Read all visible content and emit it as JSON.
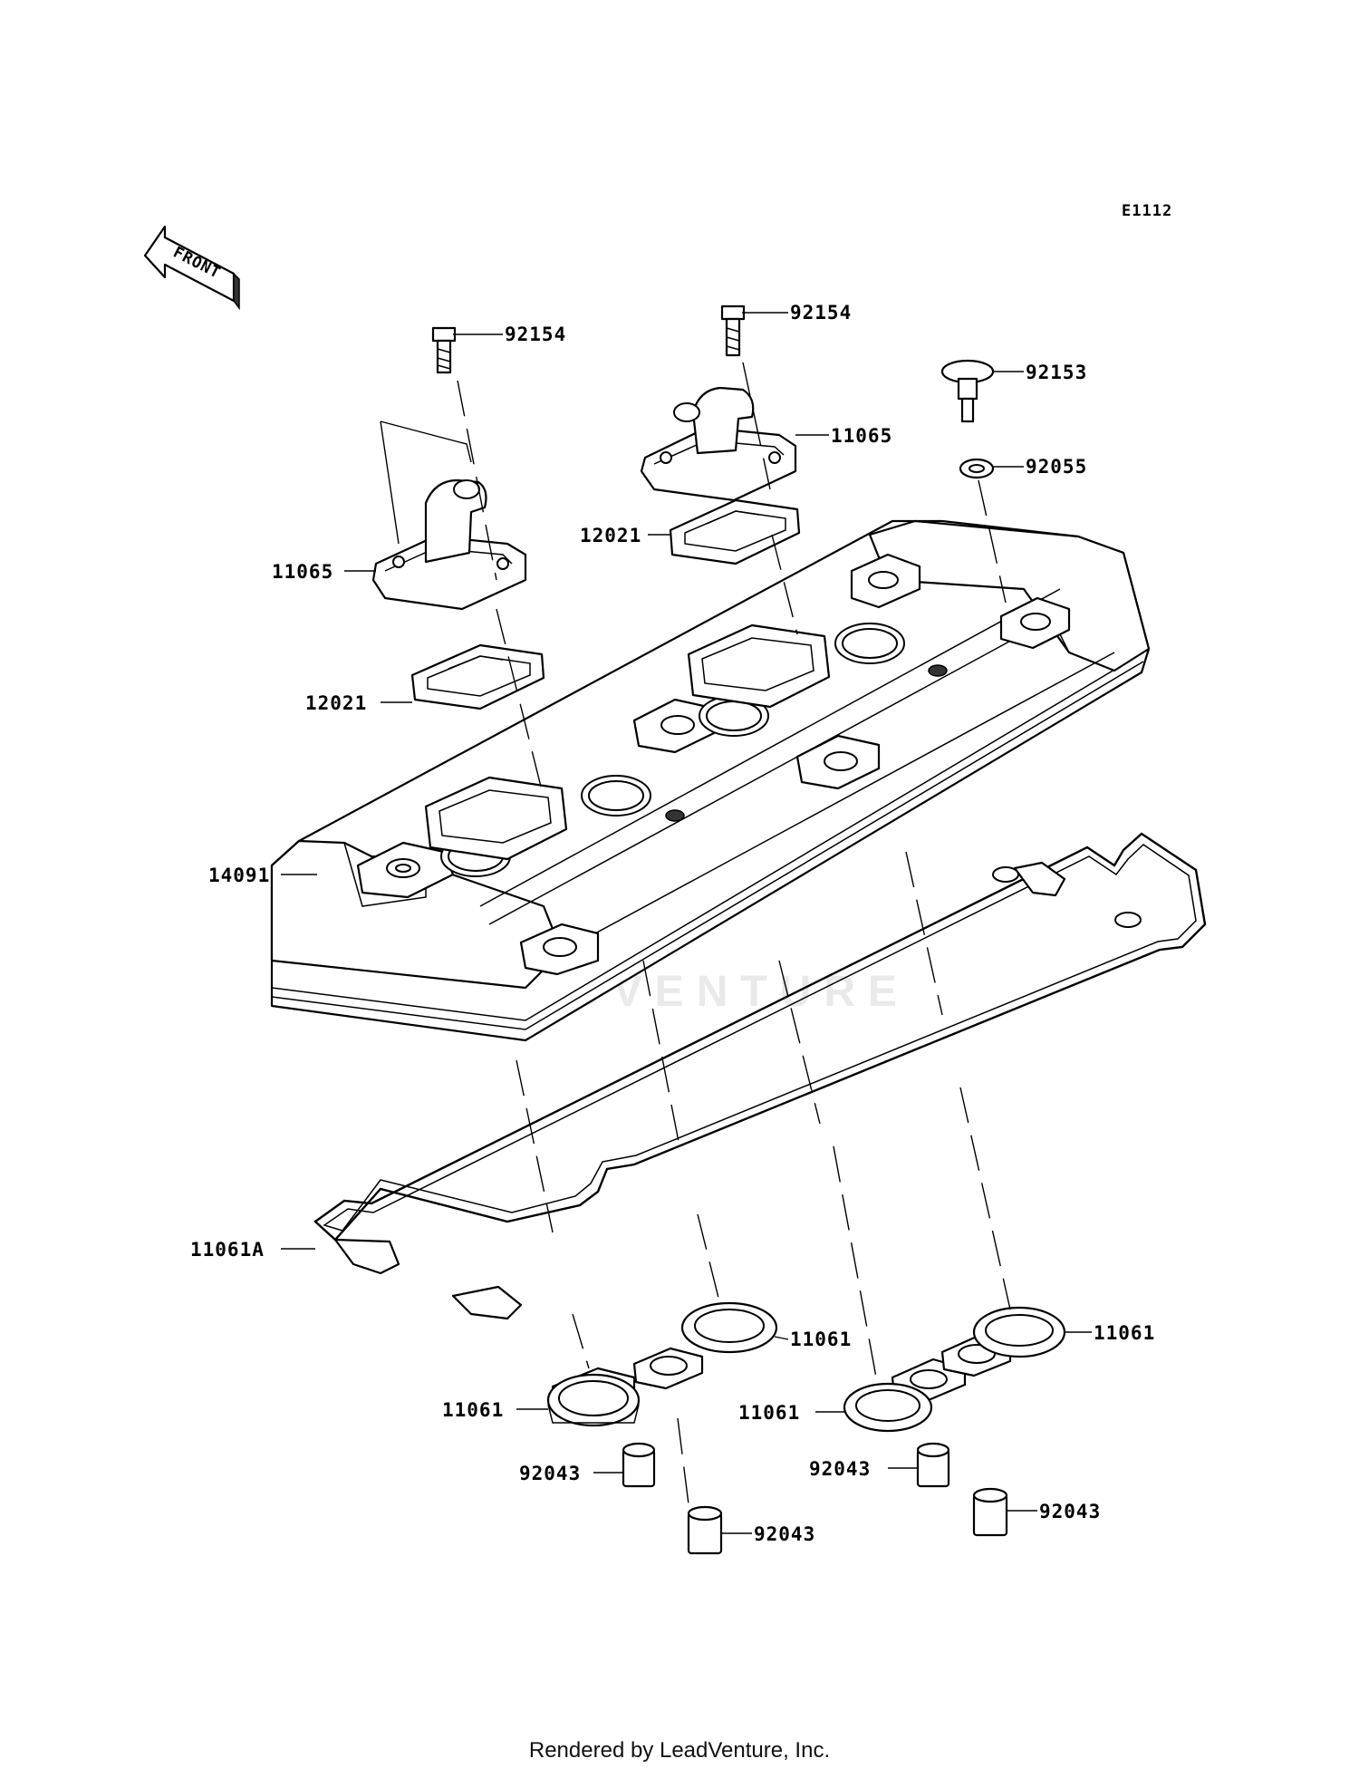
{
  "diagram_code": "E1112",
  "front_label": "FRONT",
  "watermark_text": "LEADVENTURE",
  "footer_text": "Rendered by LeadVenture, Inc.",
  "callouts": {
    "bolt_left": "92154",
    "bolt_center": "92154",
    "bolt_right": "92153",
    "washer_right": "92055",
    "breather_cover_left": "11065",
    "breather_cover_center": "11065",
    "reed_plate_left": "12021",
    "reed_plate_center": "12021",
    "cylinder_head_cover": "14091",
    "cover_gasket": "11061A",
    "plug_gasket_1": "11061",
    "plug_gasket_2": "11061",
    "plug_gasket_3": "11061",
    "plug_gasket_4": "11061",
    "collar_1": "92043",
    "collar_2": "92043",
    "collar_3": "92043",
    "collar_4": "92043"
  }
}
